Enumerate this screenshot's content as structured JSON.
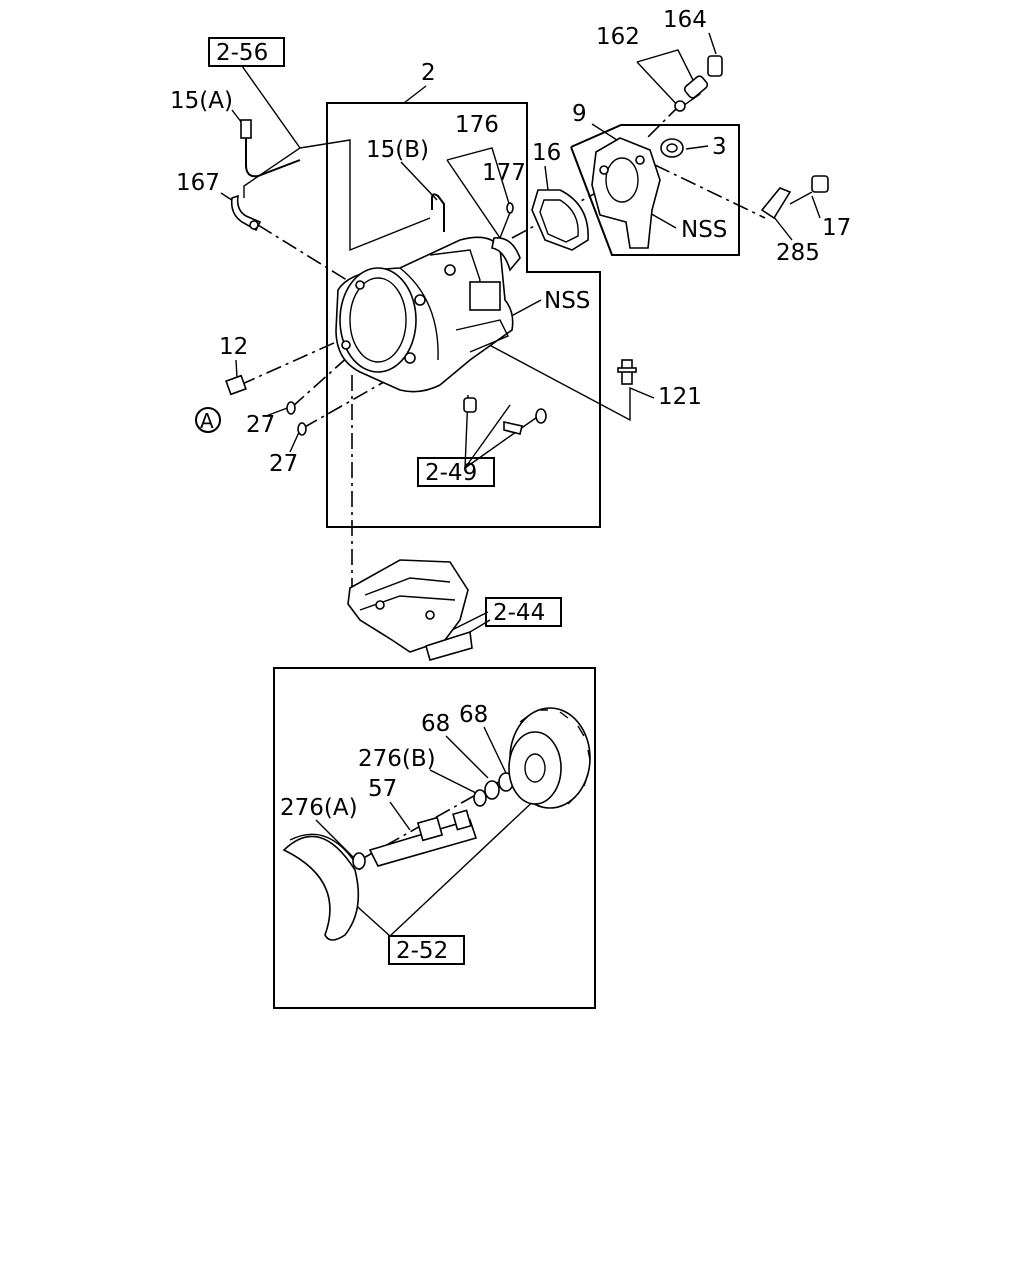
{
  "labels": {
    "ref_2_56": "2-56",
    "ref_2_49": "2-49",
    "ref_2_44": "2-44",
    "ref_2_52": "2-52",
    "l_2": "2",
    "l_15a": "15(A)",
    "l_15b": "15(B)",
    "l_176": "176",
    "l_177": "177",
    "l_16": "16",
    "l_162": "162",
    "l_164": "164",
    "l_9": "9",
    "l_3": "3",
    "l_nss_1": "NSS",
    "l_nss_2": "NSS",
    "l_17": "17",
    "l_285": "285",
    "l_167": "167",
    "l_12": "12",
    "l_a": "A",
    "l_27_1": "27",
    "l_27_2": "27",
    "l_121": "121",
    "l_68_1": "68",
    "l_68_2": "68",
    "l_276b": "276(B)",
    "l_57": "57",
    "l_276a": "276(A)"
  }
}
